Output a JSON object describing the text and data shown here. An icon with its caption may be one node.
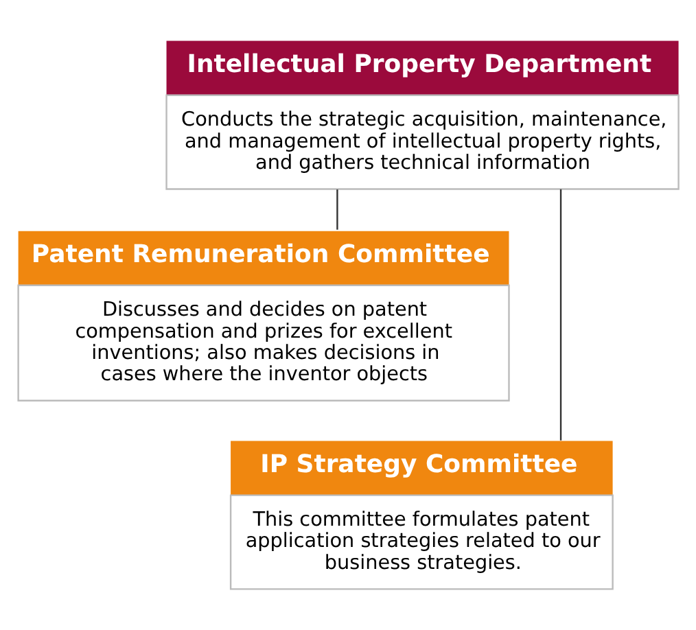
{
  "diagram": {
    "nodes": [
      {
        "text": [
          "Intellectual Property Department",
          "Conducts the strategic acquisition, maintenance, and management of intellectual property rights, and gathers technical information"
        ]
      },
      {
        "text": [
          "Patent Remuneration Committee",
          "Discusses and decides on patent compensation and prizes for excellent inventions; also makes decisions in cases where the inventor objects"
        ]
      },
      {
        "text": [
          "IP Strategy Committee",
          "This committee formulates patent application strategies related to our business strategies."
        ]
      }
    ],
    "edges": [
      {
        "from": 0,
        "to": 1,
        "arrow": "none"
      },
      {
        "from": 0,
        "to": 2,
        "arrow": "none"
      }
    ]
  }
}
